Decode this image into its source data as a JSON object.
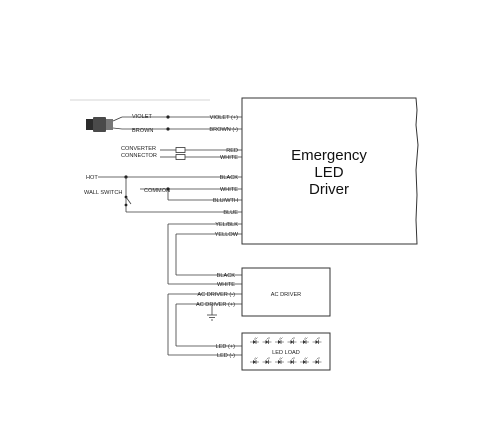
{
  "main_box": {
    "line1": "Emergency",
    "line2": "LED",
    "line3": "Driver"
  },
  "switch_labels": {
    "violet": "VIOLET",
    "brown": "BROWN"
  },
  "converter": {
    "line1": "CONVERTER",
    "line2": "CONNECTOR"
  },
  "left_labels": {
    "hot": "HOT",
    "wall_switch": "WALL SWITCH",
    "common": "COMMON"
  },
  "wires": {
    "violet_pos": "VIOLET (+)",
    "brown_neg": "BROWN (-)",
    "red": "RED",
    "white": "WHITE",
    "black": "BLACK",
    "white2": "WHITE",
    "blu_wth": "BLU/WTH",
    "blue": "BLUE",
    "yel_blk": "YEL/BLK",
    "yellow": "YELLOW"
  },
  "ac_driver": {
    "title": "AC DRIVER",
    "black": "BLACK",
    "white": "WHITE",
    "neg": "AC DRIVER (-)",
    "pos": "AC DRIVER (+)"
  },
  "led_load": {
    "title": "LED LOAD",
    "pos": "LED (+)",
    "neg": "LED (-)"
  }
}
